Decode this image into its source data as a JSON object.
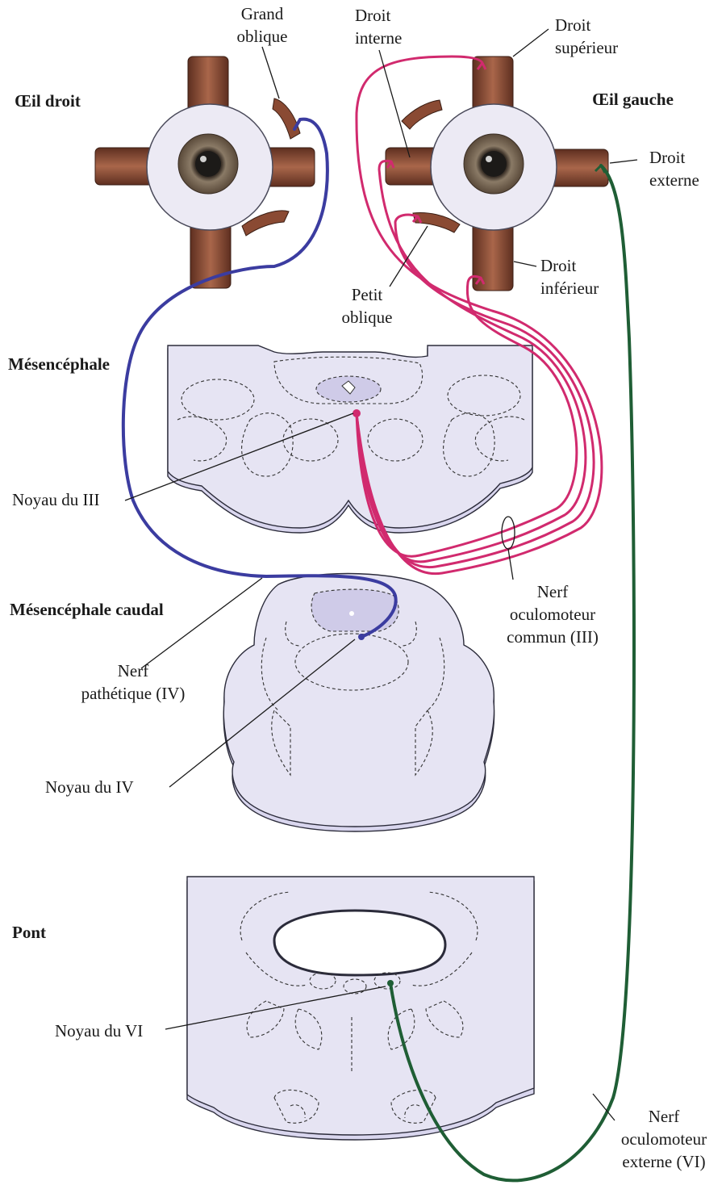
{
  "labels": {
    "eye_right": "Œil droit",
    "eye_left": "Œil gauche",
    "superior_oblique_l1": "Grand",
    "superior_oblique_l2": "oblique",
    "medial_rectus_l1": "Droit",
    "medial_rectus_l2": "interne",
    "superior_rectus_l1": "Droit",
    "superior_rectus_l2": "supérieur",
    "lateral_rectus_l1": "Droit",
    "lateral_rectus_l2": "externe",
    "inferior_rectus_l1": "Droit",
    "inferior_rectus_l2": "inférieur",
    "inferior_oblique_l1": "Petit",
    "inferior_oblique_l2": "oblique",
    "midbrain": "Mésencéphale",
    "nucleus_iii": "Noyau du III",
    "caudal_midbrain": "Mésencéphale caudal",
    "trochlear_nerve_l1": "Nerf",
    "trochlear_nerve_l2": "pathétique (IV)",
    "nucleus_iv": "Noyau du IV",
    "oculomotor_nerve_l1": "Nerf",
    "oculomotor_nerve_l2": "oculomoteur",
    "oculomotor_nerve_l3": "commun (III)",
    "pons": "Pont",
    "nucleus_vi": "Noyau du VI",
    "abducens_nerve_l1": "Nerf",
    "abducens_nerve_l2": "oculomoteur",
    "abducens_nerve_l3": "externe (VI)"
  },
  "colors": {
    "trochlear_nerve": "#3b3ca0",
    "oculomotor_nerve": "#d12a6e",
    "abducens_nerve": "#1f5e35",
    "muscle": "#8a4a33",
    "tissue": "#e6e4f3"
  }
}
